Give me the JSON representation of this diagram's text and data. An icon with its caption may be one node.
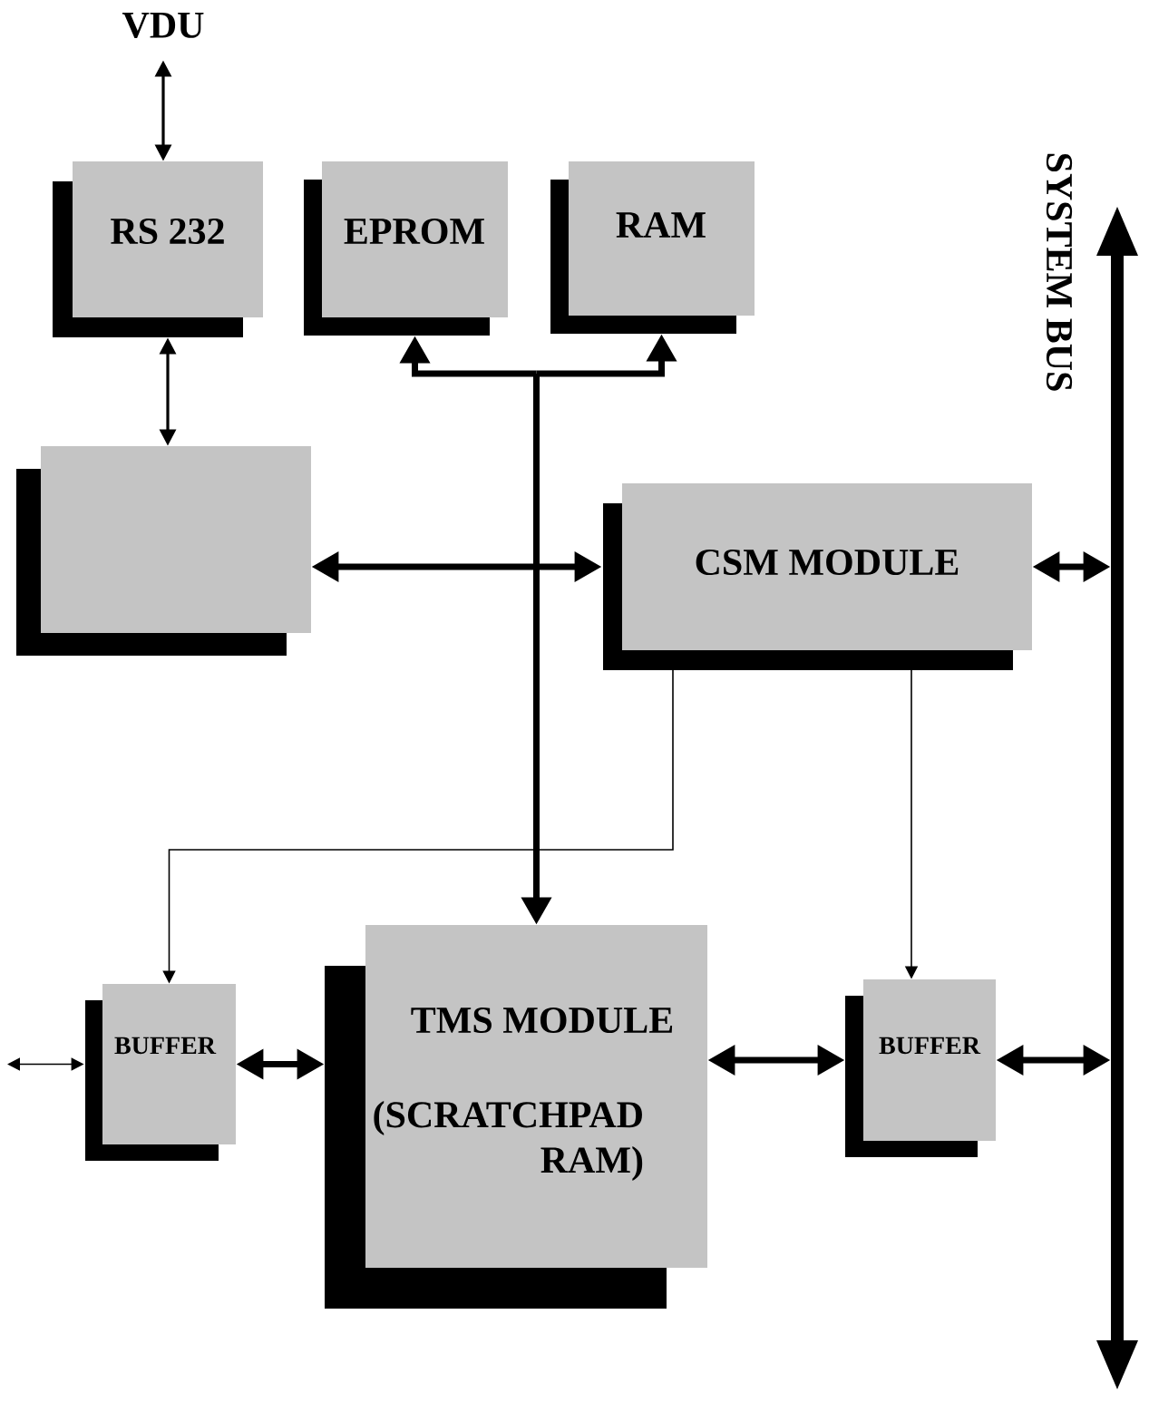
{
  "diagram": {
    "nodes": [
      {
        "text": [
          "VDU"
        ]
      },
      {
        "text": [
          "RS 232"
        ]
      },
      {
        "text": [
          "EPROM"
        ]
      },
      {
        "text": [
          "RAM"
        ]
      },
      {
        "text": [],
        "shape": "box"
      },
      {
        "text": [
          "CSM MODULE"
        ]
      },
      {
        "text": [
          "BUFFER"
        ]
      },
      {
        "text": [
          "TMS MODULE",
          "(SCRATCHPAD RAM)"
        ]
      },
      {
        "text": [
          "BUFFER"
        ]
      },
      {
        "text": [
          "SYSTEM BUS"
        ]
      }
    ],
    "edges": [
      {
        "from": 0,
        "to": 1,
        "arrow": "both"
      },
      {
        "from": 1,
        "to": 4,
        "arrow": "both"
      },
      {
        "from": 4,
        "to": 5,
        "arrow": "both"
      },
      {
        "from": 2,
        "to": 7,
        "arrow": "both"
      },
      {
        "from": 3,
        "to": 7,
        "arrow": "both"
      },
      {
        "from": 5,
        "to": 6,
        "arrow": "to"
      },
      {
        "from": 5,
        "to": 8,
        "arrow": "to"
      },
      {
        "from": null,
        "to": 6,
        "arrow": "both"
      },
      {
        "from": 6,
        "to": 7,
        "arrow": "both"
      },
      {
        "from": 7,
        "to": 8,
        "arrow": "both"
      },
      {
        "from": 8,
        "to": 9,
        "arrow": "both"
      },
      {
        "from": 5,
        "to": 9,
        "arrow": "both"
      }
    ]
  }
}
